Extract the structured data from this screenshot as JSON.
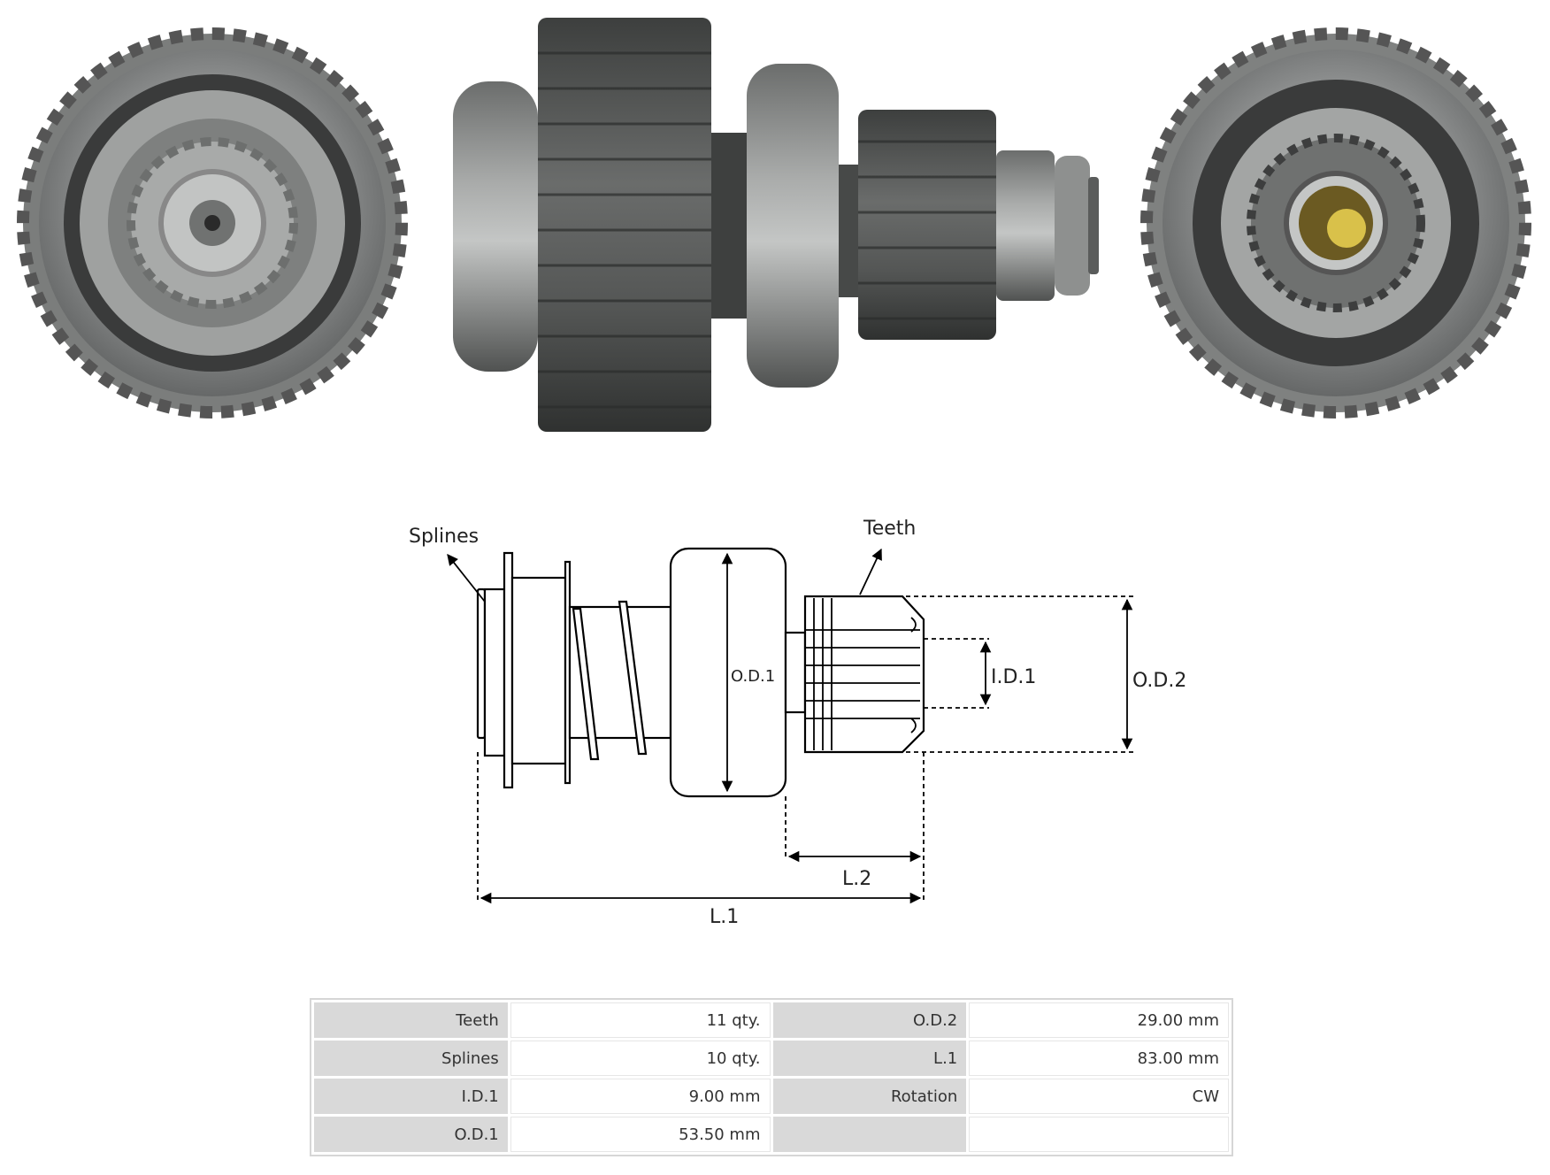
{
  "diagram": {
    "labels": {
      "splines": "Splines",
      "teeth": "Teeth",
      "od1": "O.D.1",
      "id1": "I.D.1",
      "od2": "O.D.2",
      "l1": "L.1",
      "l2": "L.2"
    }
  },
  "specs": {
    "rows": [
      {
        "k1": "Teeth",
        "v1": "11 qty.",
        "k2": "O.D.2",
        "v2": "29.00 mm"
      },
      {
        "k1": "Splines",
        "v1": "10 qty.",
        "k2": "L.1",
        "v2": "83.00 mm"
      },
      {
        "k1": "I.D.1",
        "v1": "9.00 mm",
        "k2": "Rotation",
        "v2": "CW"
      },
      {
        "k1": "O.D.1",
        "v1": "53.50 mm",
        "k2": "",
        "v2": ""
      }
    ]
  }
}
